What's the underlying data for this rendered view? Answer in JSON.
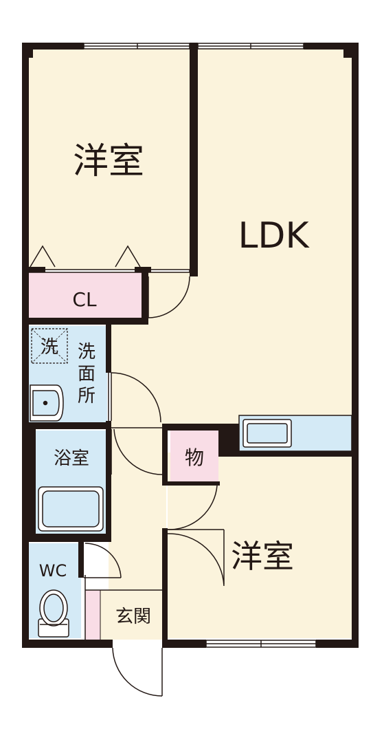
{
  "colors": {
    "wall": "#231815",
    "room": "#fbf3dc",
    "storage": "#f9dde6",
    "water": "#d4eaf6",
    "entrance": "#fbf3dc",
    "line": "#888888"
  },
  "rooms": {
    "western_room_north": "洋室",
    "ldk": "LDK",
    "closet": "CL",
    "washer_space": "洗",
    "washroom": "洗面所",
    "washroom_chars": [
      "洗",
      "面",
      "所"
    ],
    "bathroom": "浴室",
    "storage": "物",
    "western_room_south": "洋室",
    "toilet": "WC",
    "entrance": "玄関"
  },
  "fixtures": [
    "window-icon",
    "door-swing-icon",
    "sink-icon",
    "bathtub-icon",
    "toilet-icon",
    "kitchen-counter-icon",
    "washer-pan-icon"
  ]
}
